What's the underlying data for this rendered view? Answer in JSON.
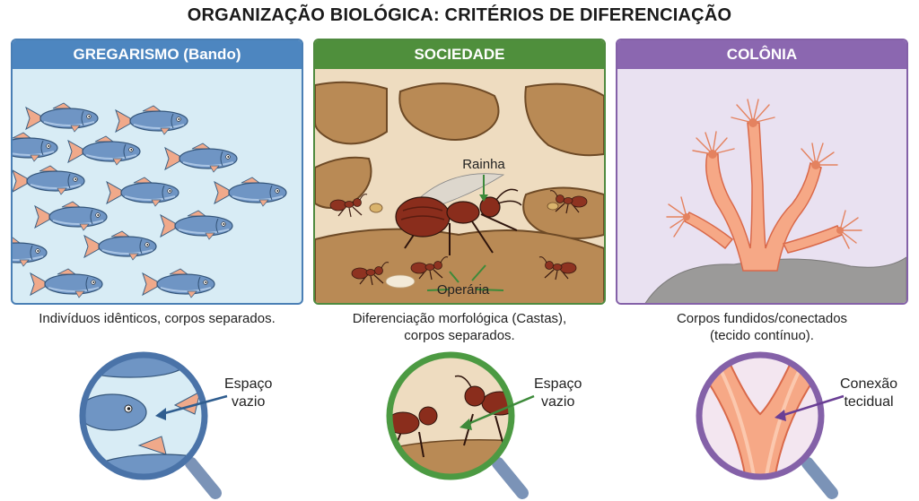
{
  "title": "ORGANIZAÇÃO BIOLÓGICA: CRITÉRIOS DE DIFERENCIAÇÃO",
  "panels": [
    {
      "header": "GREGARISMO (Bando)",
      "color": "#4d86c0",
      "caption": [
        "Indivíduos idênticos, corpos separados."
      ],
      "zoom_label": [
        "Espaço",
        "vazio"
      ]
    },
    {
      "header": "SOCIEDADE",
      "color": "#4f8f3c",
      "labels": {
        "queen": "Rainha",
        "worker": "Operária"
      },
      "caption": [
        "Diferenciação morfológica (Castas),",
        "corpos separados."
      ],
      "zoom_label": [
        "Espaço",
        "vazio"
      ]
    },
    {
      "header": "COLÔNIA",
      "color": "#8b67b0",
      "caption": [
        "Corpos fundidos/conectados",
        "(tecido contínuo)."
      ],
      "zoom_label": [
        "Conexão",
        "tecidual"
      ]
    }
  ]
}
